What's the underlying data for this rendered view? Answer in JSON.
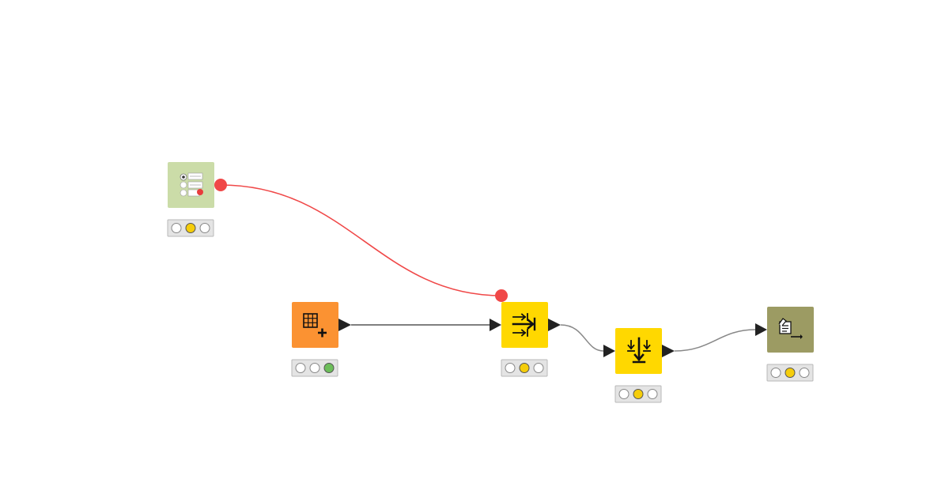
{
  "workflow": {
    "nodes": [
      {
        "id": "config-node",
        "icon": "single-selection-configuration-icon",
        "color": "#cbdca8",
        "status": [
          "off",
          "configured",
          "off"
        ]
      },
      {
        "id": "table-creator",
        "icon": "table-creator-icon",
        "color": "#fb9232",
        "status": [
          "off",
          "off",
          "executed"
        ]
      },
      {
        "id": "column-filter-manipulator",
        "icon": "column-filter-icon",
        "color": "#ffd800",
        "status": [
          "off",
          "configured",
          "off"
        ]
      },
      {
        "id": "row-filter-manipulator",
        "icon": "row-filter-icon",
        "color": "#ffd800",
        "status": [
          "off",
          "configured",
          "off"
        ]
      },
      {
        "id": "output-node",
        "icon": "table-writer-icon",
        "color": "#9c9b63",
        "status": [
          "off",
          "configured",
          "off"
        ]
      }
    ],
    "connections": [
      {
        "from": "config-node",
        "to": "column-filter-manipulator",
        "kind": "flow-variable",
        "color": "#f04848"
      },
      {
        "from": "table-creator",
        "to": "column-filter-manipulator",
        "kind": "data",
        "color": "#555555"
      },
      {
        "from": "column-filter-manipulator",
        "to": "row-filter-manipulator",
        "kind": "data",
        "color": "#888888"
      },
      {
        "from": "row-filter-manipulator",
        "to": "output-node",
        "kind": "data",
        "color": "#888888"
      }
    ],
    "status_colors": {
      "off": "#ffffff",
      "configured": "#f5cd0a",
      "executed": "#6cbe5a"
    }
  }
}
